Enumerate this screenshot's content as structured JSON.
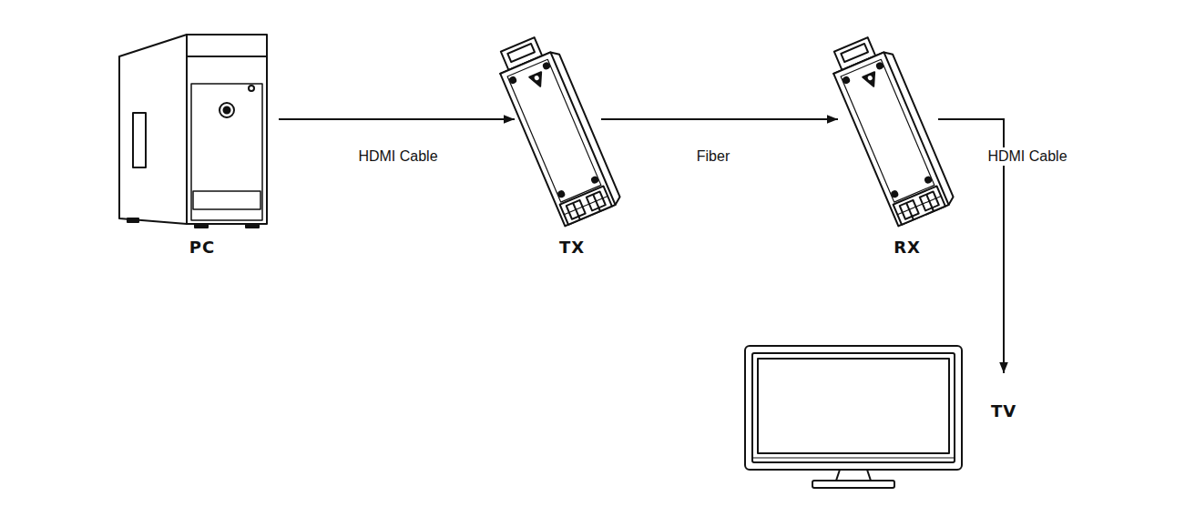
{
  "diagram": {
    "nodes": [
      {
        "text": [
          "PC"
        ]
      },
      {
        "text": [
          "TX"
        ]
      },
      {
        "text": [
          "RX"
        ]
      },
      {
        "text": [
          "TV"
        ]
      }
    ],
    "edges": [
      {
        "from": 0,
        "to": 1,
        "label": "HDMI Cable",
        "arrow": "to"
      },
      {
        "from": 1,
        "to": 2,
        "label": "Fiber",
        "arrow": "to"
      },
      {
        "from": 2,
        "to": 3,
        "label": "HDMI Cable",
        "arrow": "to"
      }
    ]
  }
}
